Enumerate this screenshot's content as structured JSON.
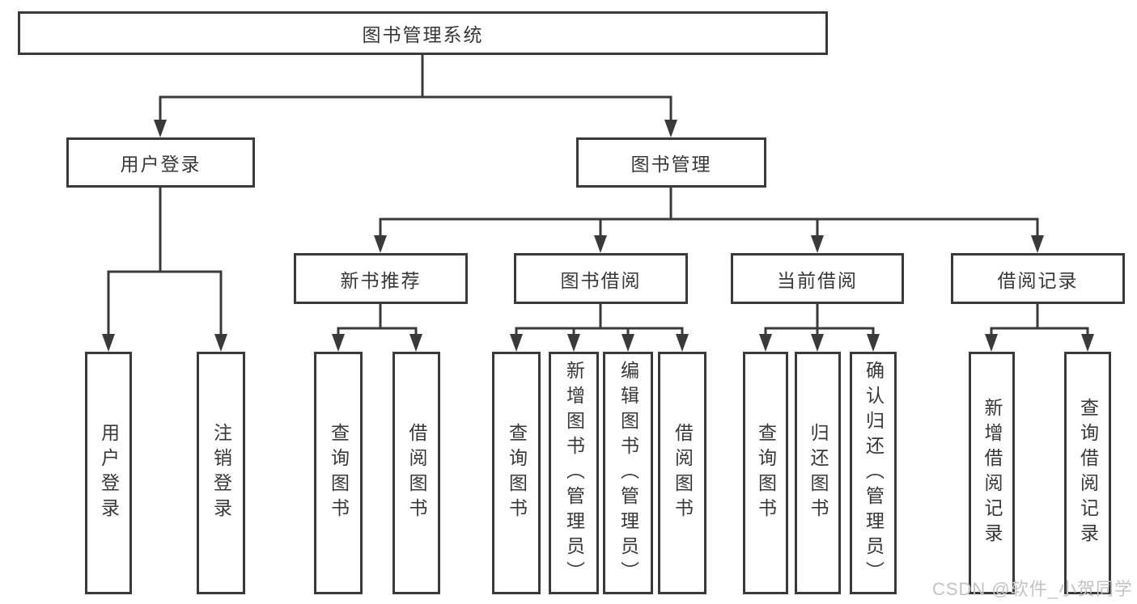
{
  "diagram": {
    "tree": {
      "root": {
        "label": "图书管理系统"
      },
      "branches": [
        {
          "label": "用户登录",
          "children": [
            {
              "label": "用户登录"
            },
            {
              "label": "注销登录"
            }
          ]
        },
        {
          "label": "图书管理",
          "sections": [
            {
              "label": "新书推荐",
              "children": [
                {
                  "label": "查询图书"
                },
                {
                  "label": "借阅图书"
                }
              ]
            },
            {
              "label": "图书借阅",
              "children": [
                {
                  "label": "查询图书"
                },
                {
                  "label": "新增图书（管理员）"
                },
                {
                  "label": "编辑图书（管理员）"
                },
                {
                  "label": "借阅图书"
                }
              ]
            },
            {
              "label": "当前借阅",
              "children": [
                {
                  "label": "查询图书"
                },
                {
                  "label": "归还图书"
                },
                {
                  "label": "确认归还（管理员）"
                }
              ]
            },
            {
              "label": "借阅记录",
              "children": [
                {
                  "label": "新增借阅记录"
                },
                {
                  "label": "查询借阅记录"
                }
              ]
            }
          ]
        }
      ]
    }
  },
  "watermark": {
    "text": "CSDN @软件_小贺同学"
  },
  "colors": {
    "line": "#3a3a3a",
    "text": "#383838",
    "watermark": "#c2c3c5",
    "background": "#ffffff"
  }
}
